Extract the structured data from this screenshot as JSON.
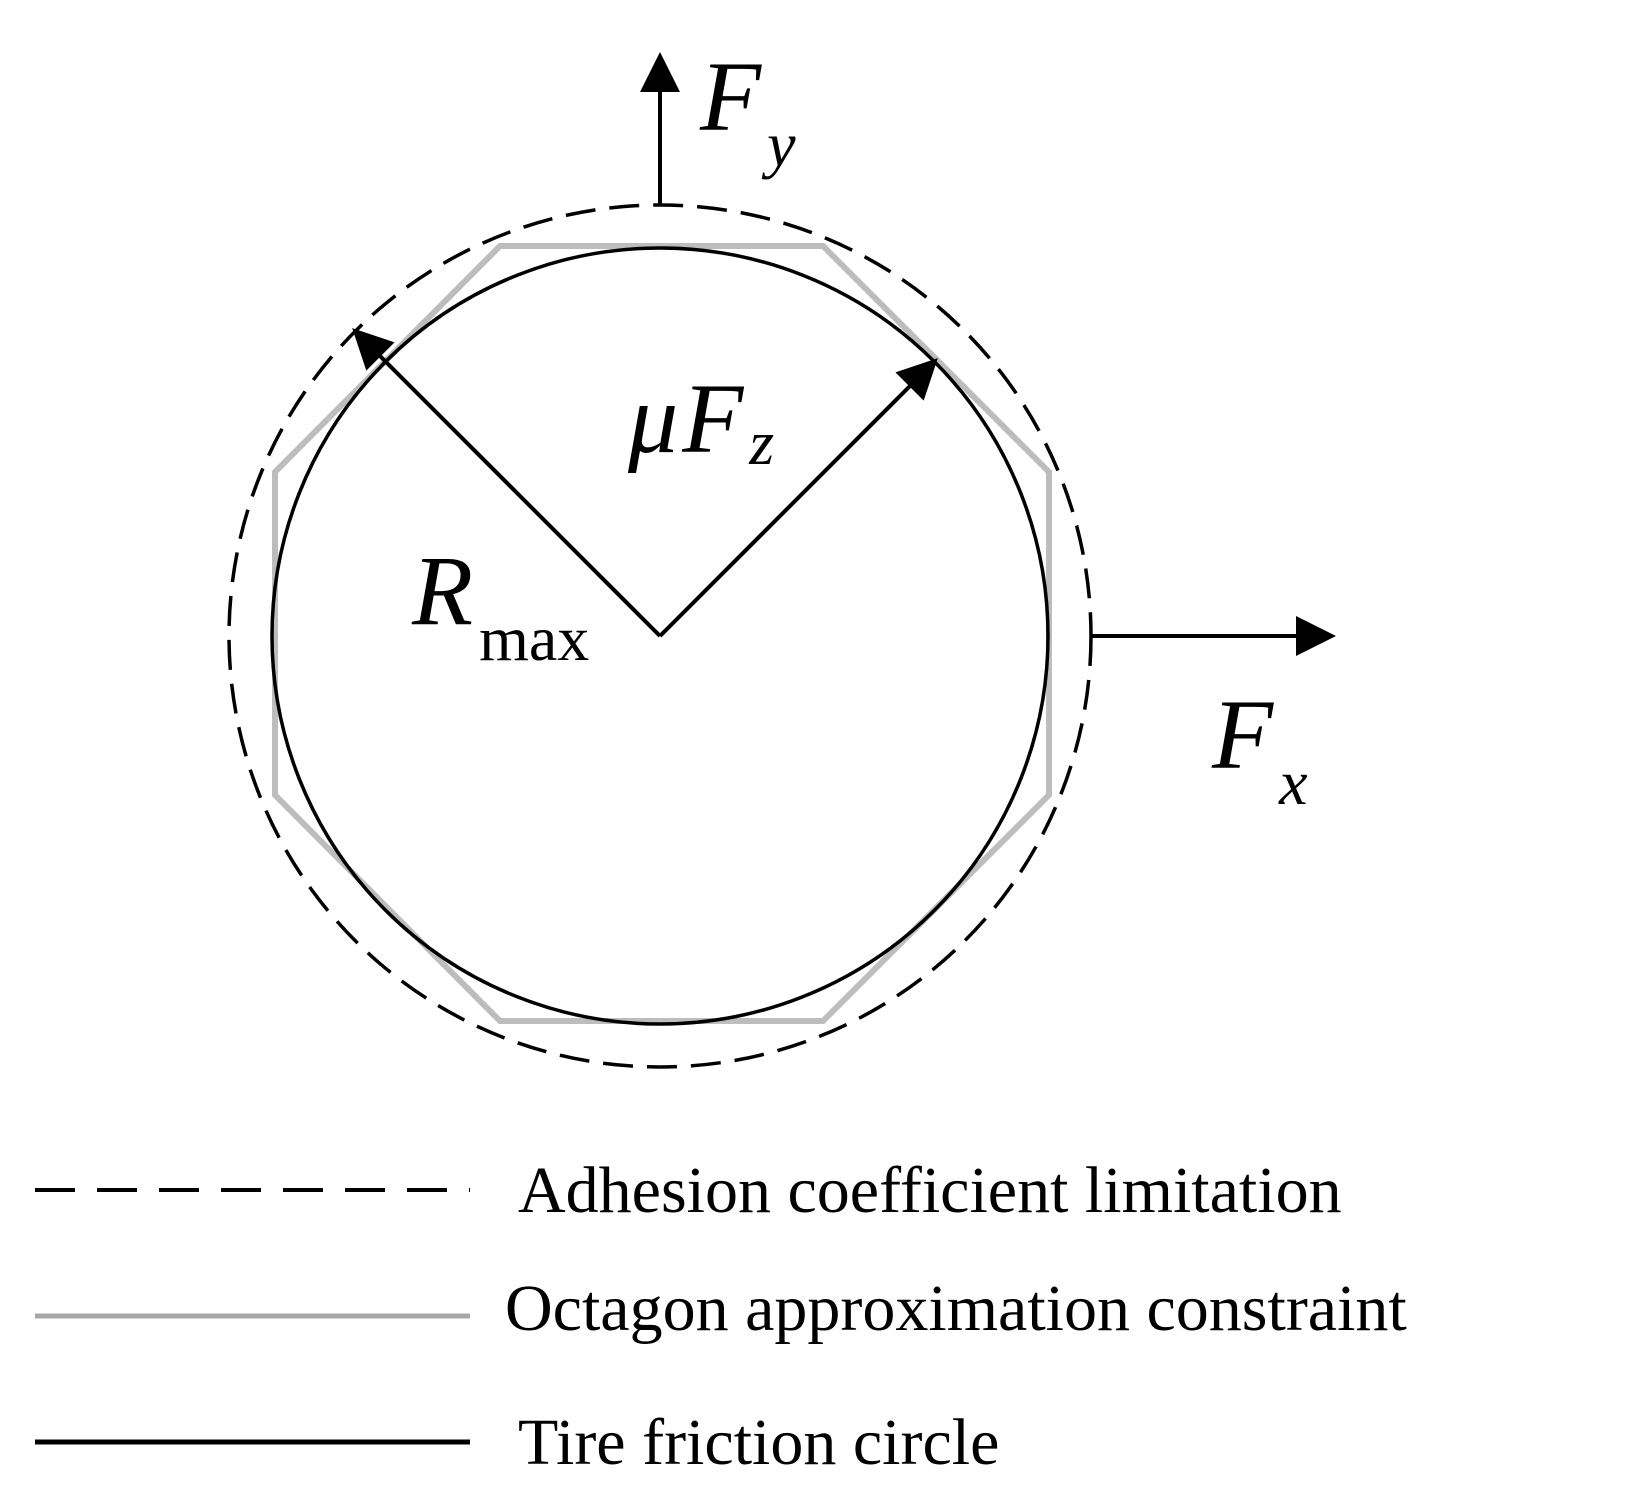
{
  "axes": {
    "fy": {
      "base": "F",
      "sub": "y"
    },
    "fx": {
      "base": "F",
      "sub": "x"
    }
  },
  "vectors": {
    "mu_fz": {
      "mu": "μ",
      "base": "F",
      "sub": "z"
    },
    "r_max": {
      "base": "R",
      "sub": "max"
    }
  },
  "legend": {
    "items": [
      {
        "label": "Adhesion coefficient limitation",
        "style": "dashed"
      },
      {
        "label": "Octagon approximation constraint",
        "style": "solid-gray"
      },
      {
        "label": "Tire friction circle",
        "style": "solid-black"
      }
    ]
  },
  "colors": {
    "line": "#000000",
    "octagon": "#bdbdbd",
    "background": "#ffffff"
  }
}
